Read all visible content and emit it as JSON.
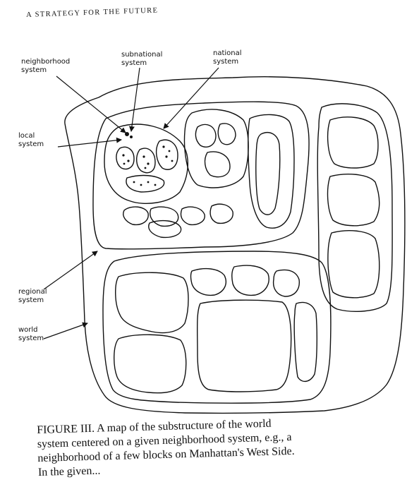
{
  "page": {
    "running_head": "A STRATEGY FOR THE FUTURE"
  },
  "figure": {
    "labels": {
      "neighborhood_system": [
        "neighborhood",
        "system"
      ],
      "subnational_system": [
        "subnational",
        "system"
      ],
      "national_system": [
        "national",
        "system"
      ],
      "local_system": [
        "local",
        "system"
      ],
      "regional_system": [
        "regional",
        "system"
      ],
      "world_system": [
        "world",
        "system"
      ]
    }
  },
  "caption": {
    "lines": [
      "FIGURE III.  A map of the substructure of the world",
      "system centered on a given neighborhood system, e.g., a",
      "neighborhood of a few blocks on Manhattan's West Side.",
      "In the given..."
    ]
  },
  "colors": {
    "ink": "#111111",
    "paper": "#ffffff"
  }
}
